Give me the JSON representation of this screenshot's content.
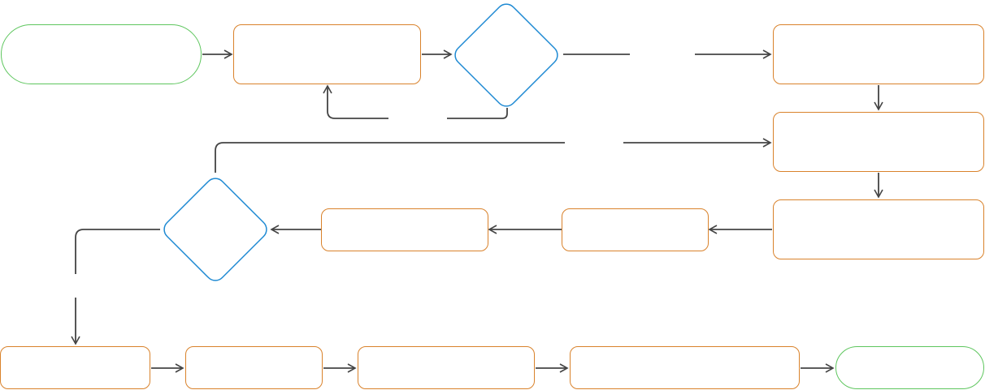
{
  "colors": {
    "process_border": "#d9822b",
    "decision_border": "#1f8ad3",
    "terminal_border": "#5ec65e",
    "connector": "#444444"
  },
  "nodes": {
    "start": {
      "shape": "terminal",
      "label": ""
    },
    "process_1": {
      "shape": "process",
      "label": ""
    },
    "decision_1": {
      "shape": "decision",
      "label": ""
    },
    "process_2": {
      "shape": "process",
      "label": ""
    },
    "process_3": {
      "shape": "process",
      "label": ""
    },
    "process_4": {
      "shape": "process",
      "label": ""
    },
    "process_5": {
      "shape": "process",
      "label": ""
    },
    "process_6": {
      "shape": "process",
      "label": ""
    },
    "decision_2": {
      "shape": "decision",
      "label": ""
    },
    "process_7": {
      "shape": "process",
      "label": ""
    },
    "process_8": {
      "shape": "process",
      "label": ""
    },
    "process_9": {
      "shape": "process",
      "label": ""
    },
    "process_10": {
      "shape": "process",
      "label": ""
    },
    "end": {
      "shape": "terminal",
      "label": ""
    }
  },
  "edges": {
    "decision_1_yes": "",
    "decision_1_no": "",
    "decision_2_yes": "",
    "decision_2_no": ""
  }
}
